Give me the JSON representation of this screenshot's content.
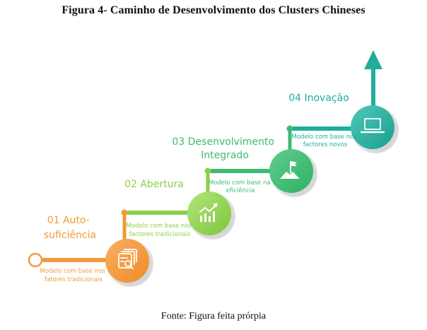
{
  "title": "Figura 4- Caminho de Desenvolvimento dos Clusters Chineses",
  "source": "Fonte: Figura feita prórpia",
  "stages": [
    {
      "label_lines": [
        "01 Auto-",
        "suficiência"
      ],
      "desc_lines": [
        "Modelo com base nos",
        "fatores tradicionais"
      ],
      "icon": "document-search-icon",
      "color": "#f39a3c"
    },
    {
      "label_lines": [
        "02 Abertura"
      ],
      "desc_lines": [
        "Modelo com base nos",
        "factores tradicionais"
      ],
      "icon": "growth-chart-icon",
      "color": "#8cd04a"
    },
    {
      "label_lines": [
        "03 Desenvolvimento",
        "Integrado"
      ],
      "desc_lines": [
        "Modelo com base na",
        "eficiência"
      ],
      "icon": "mountain-flag-icon",
      "color": "#3dbb73"
    },
    {
      "label_lines": [
        "04 Inovação"
      ],
      "desc_lines": [
        "Modelo com base nos",
        "factores novos"
      ],
      "icon": "laptop-icon",
      "color": "#1fae9c"
    }
  ]
}
